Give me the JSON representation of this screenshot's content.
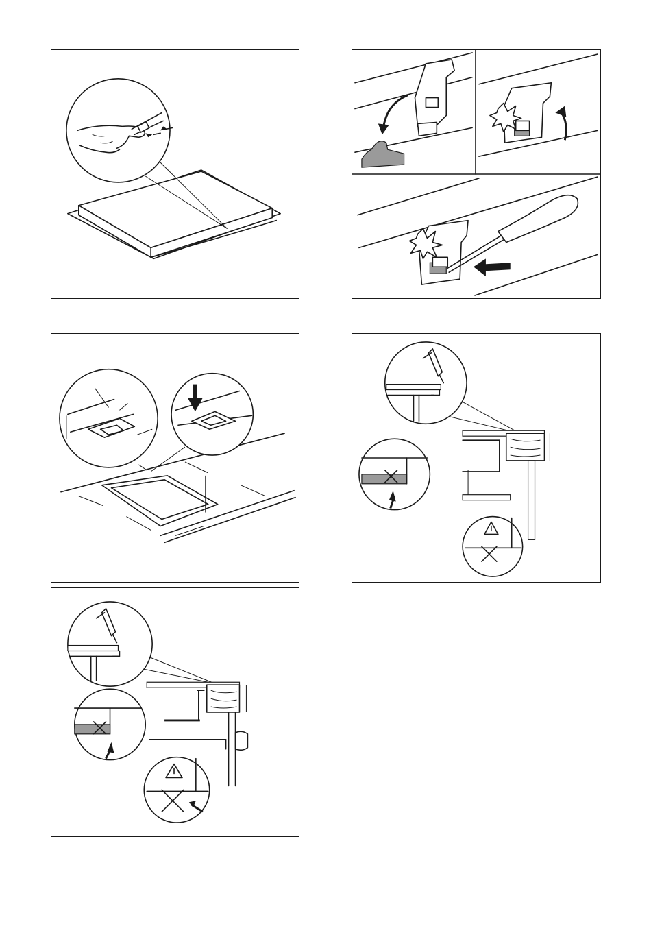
{
  "figures": [
    {
      "id": "figure-sealing-strip",
      "icons": [
        "hand-icon",
        "arrows-icon"
      ]
    },
    {
      "id": "figure-bracket-mounting",
      "icons": [
        "curved-arrow-icon",
        "screwdriver-icon",
        "click-burst-icon"
      ]
    },
    {
      "id": "figure-cutout-dimensions",
      "icons": [
        "down-arrow-icon",
        "dimension-arrows-icon"
      ]
    },
    {
      "id": "figure-installation-sealant-cabinet",
      "icons": [
        "sealant-gun-icon",
        "warning-triangle-icon",
        "cross-icon"
      ]
    },
    {
      "id": "figure-installation-sealant-oven",
      "icons": [
        "sealant-gun-icon",
        "warning-triangle-icon",
        "cross-icon"
      ]
    }
  ],
  "colors": {
    "line": "#1a1a1a",
    "gray_fill": "#9a9a9a",
    "background": "#ffffff"
  }
}
